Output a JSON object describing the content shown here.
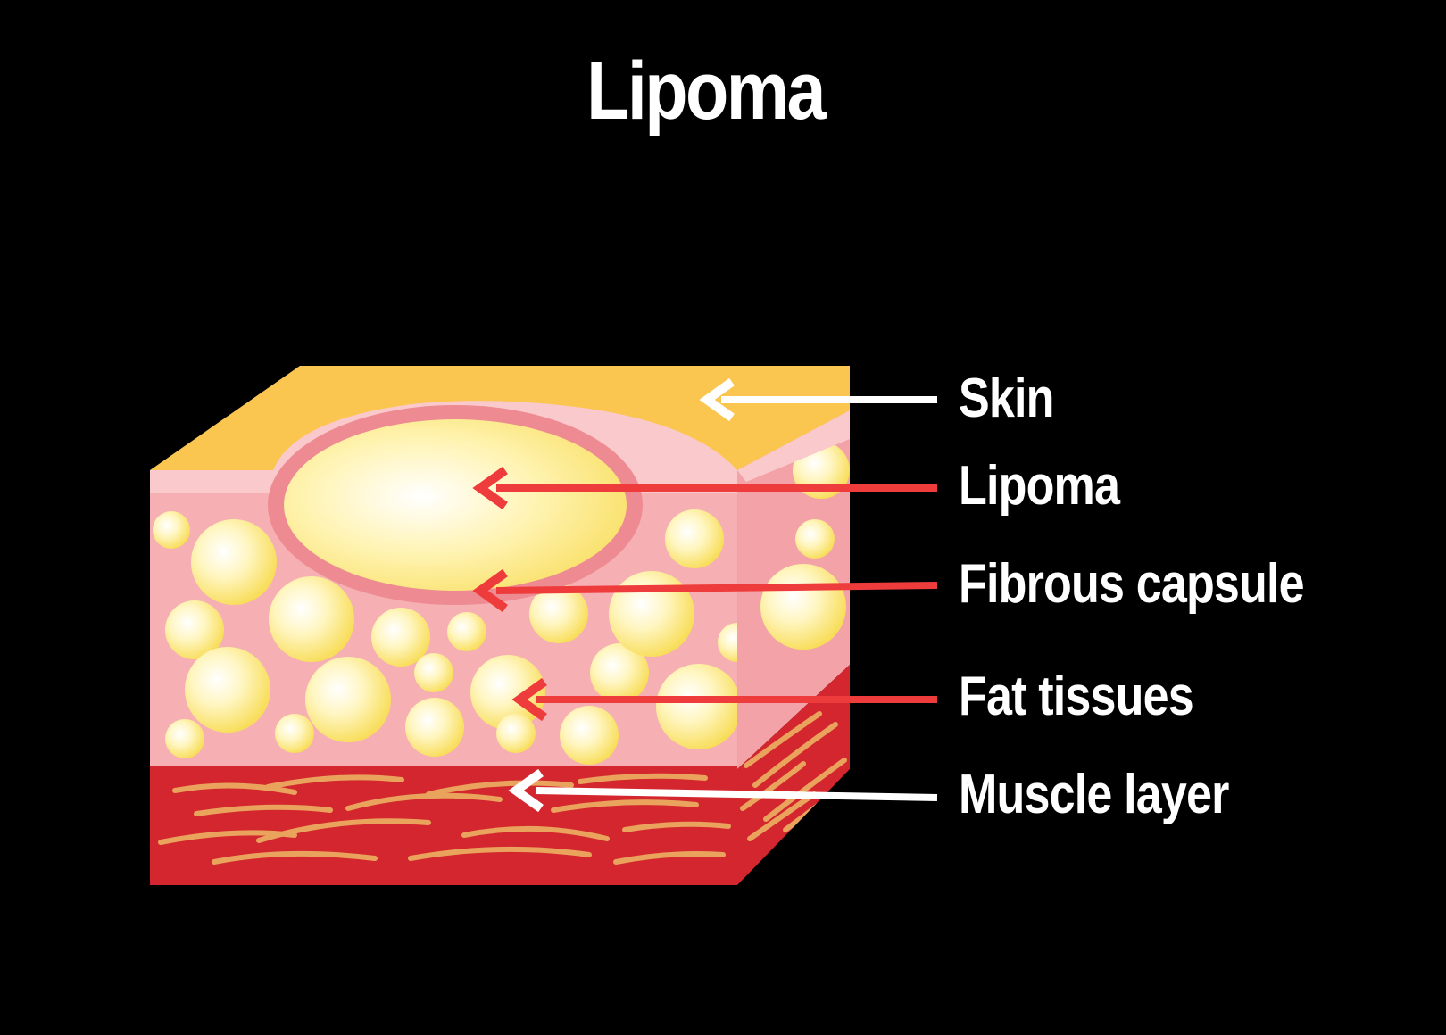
{
  "title": "Lipoma",
  "labels": {
    "skin": "Skin",
    "lipoma": "Lipoma",
    "fibrous_capsule": "Fibrous capsule",
    "fat_tissues": "Fat tissues",
    "muscle_layer": "Muscle layer"
  },
  "colors": {
    "background": "#000000",
    "skin_top": "#FBC64F",
    "skin_layer": "#F6A9AD",
    "fibrous_capsule": "#EE8B92",
    "lipoma": "#FCEA7F",
    "fat_cell": "#FCEB82",
    "muscle": "#D4262E",
    "muscle_fiber": "#E9A35C",
    "arrow_white": "#FFFFFF",
    "arrow_red": "#EE3B3B"
  }
}
